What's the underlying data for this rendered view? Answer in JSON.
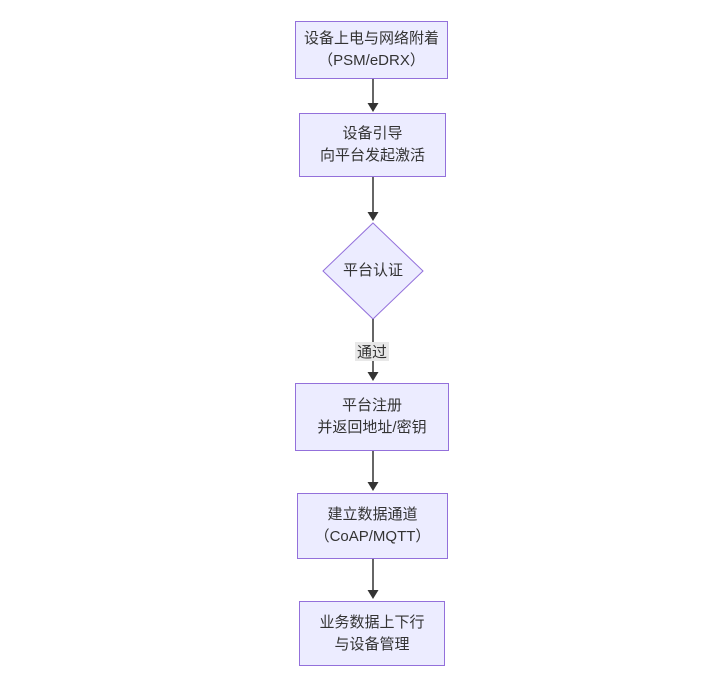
{
  "diagram": {
    "type": "flowchart",
    "direction": "top-down",
    "colors": {
      "background": "#ffffff",
      "node_fill": "#ececff",
      "node_border": "#9370db",
      "edge_color": "#333333",
      "edge_label_bg": "#e8e8e8",
      "text_color": "#333333"
    },
    "nodes": [
      {
        "id": "power-attach",
        "shape": "rect",
        "lines": [
          "设备上电与网络附着",
          "（PSM/eDRX）"
        ]
      },
      {
        "id": "bootstrap",
        "shape": "rect",
        "lines": [
          "设备引导",
          "向平台发起激活"
        ]
      },
      {
        "id": "auth-decision",
        "shape": "diamond",
        "lines": [
          "平台认证"
        ]
      },
      {
        "id": "register",
        "shape": "rect",
        "lines": [
          "平台注册",
          "并返回地址/密钥"
        ]
      },
      {
        "id": "data-channel",
        "shape": "rect",
        "lines": [
          "建立数据通道",
          "（CoAP/MQTT）"
        ]
      },
      {
        "id": "business",
        "shape": "rect",
        "lines": [
          "业务数据上下行",
          "与设备管理"
        ]
      }
    ],
    "edges": [
      {
        "from": "power-attach",
        "to": "bootstrap",
        "label": ""
      },
      {
        "from": "bootstrap",
        "to": "auth-decision",
        "label": ""
      },
      {
        "from": "auth-decision",
        "to": "register",
        "label": "通过"
      },
      {
        "from": "register",
        "to": "data-channel",
        "label": ""
      },
      {
        "from": "data-channel",
        "to": "business",
        "label": ""
      }
    ]
  }
}
